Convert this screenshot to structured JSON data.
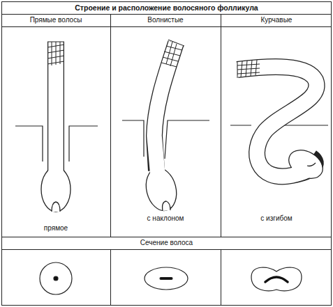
{
  "diagram": {
    "title": "Строение и расположение волосяного фолликула",
    "labels": [
      "Прямые волосы",
      "Волнистые",
      "Курчавые",
      "прямое",
      "с наклоном",
      "с изгибом",
      "Сечение волоса"
    ]
  }
}
